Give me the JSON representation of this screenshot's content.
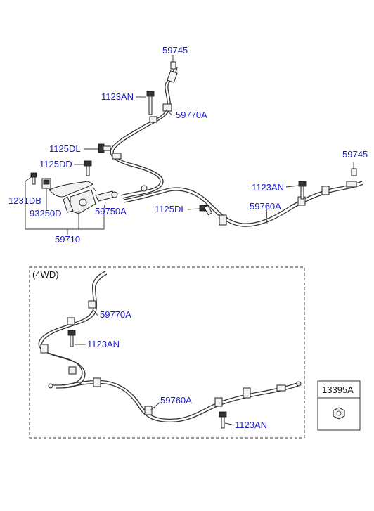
{
  "labels": {
    "p59745_top": "59745",
    "p1123AN_top": "1123AN",
    "p59770A_top": "59770A",
    "p1125DL_left": "1125DL",
    "p1125DD": "1125DD",
    "p59745_right": "59745",
    "p1123AN_right": "1123AN",
    "p1231DB": "1231DB",
    "p93250D": "93250D",
    "p59750A": "59750A",
    "p1125DL_mid": "1125DL",
    "p59760A_top": "59760A",
    "p59710": "59710",
    "section_4wd": "(4WD)",
    "p59770A_4wd": "59770A",
    "p1123AN_4wd_a": "1123AN",
    "p59760A_4wd": "59760A",
    "p1123AN_4wd_b": "1123AN",
    "p13395A": "13395A"
  }
}
